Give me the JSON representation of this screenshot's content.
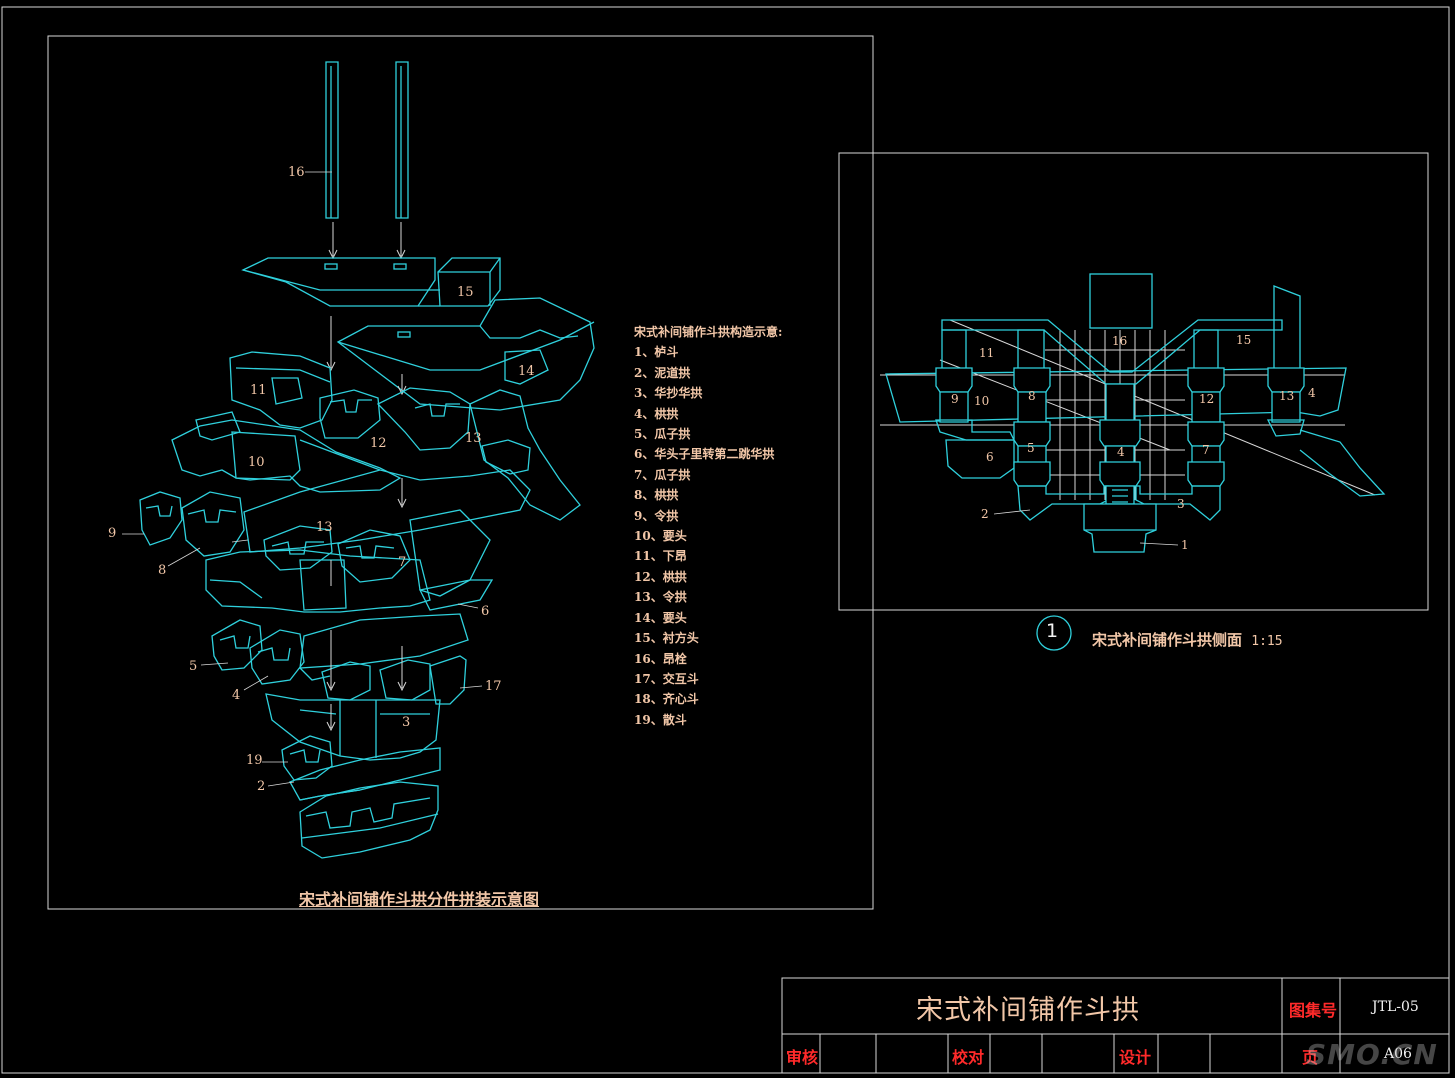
{
  "left_title": "宋式补间铺作斗拱分件拼装示意图",
  "legend": {
    "heading": "宋式补间铺作斗拱构造示意:",
    "items": [
      "1、栌斗",
      "2、泥道拱",
      "3、华抄华拱",
      "4、栱拱",
      "5、瓜子拱",
      "6、华头子里转第二跳华拱",
      "7、瓜子拱",
      "8、栱拱",
      "9、令拱",
      "10、要头",
      "11、下昂",
      "12、栱拱",
      "13、令拱",
      "14、要头",
      "15、衬方头",
      "16、昂栓",
      "17、交互斗",
      "18、齐心斗",
      "19、散斗"
    ]
  },
  "left_labels": [
    "16",
    "15",
    "14",
    "11",
    "12",
    "13",
    "10",
    "9",
    "8",
    "13",
    "7",
    "6",
    "5",
    "4",
    "17",
    "3",
    "19",
    "2"
  ],
  "right_labels": [
    "16",
    "15",
    "11",
    "9",
    "10",
    "8",
    "12",
    "13",
    "4",
    "6",
    "5",
    "4",
    "7",
    "3",
    "2",
    "1"
  ],
  "section": {
    "number": "1",
    "title": "宋式补间铺作斗拱侧面",
    "scale": "1:15"
  },
  "title_block": {
    "main_title": "宋式补间铺作斗拱",
    "set_label": "图集号",
    "set_value": "JTL-05",
    "review": "审核",
    "check": "校对",
    "design": "设计",
    "page_label": "页",
    "page_value": "A06"
  },
  "watermark": "SMO.CN"
}
